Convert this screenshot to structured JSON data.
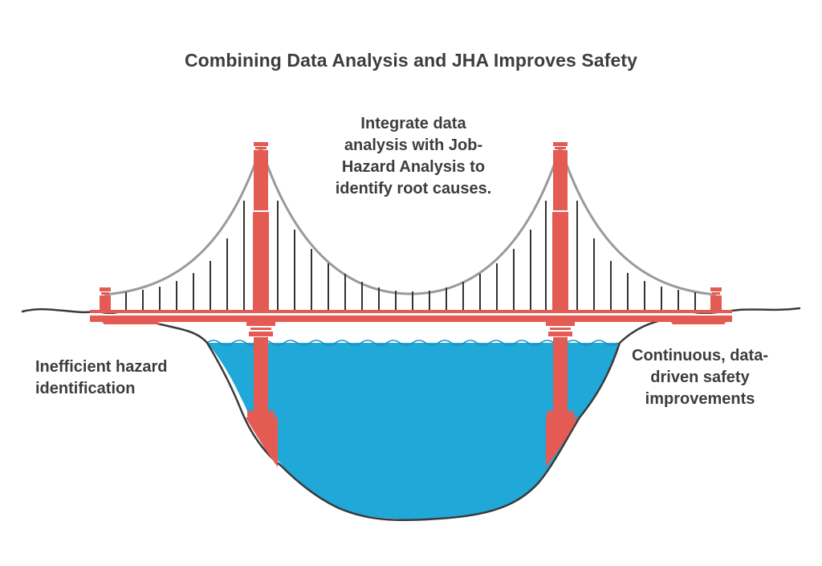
{
  "title": "Combining Data Analysis and JHA Improves Safety",
  "labels": {
    "top": "Integrate data\nanalysis with Job-\nHazard Analysis to\nidentify root causes.",
    "left": "Inefficient hazard\nidentification",
    "right": "Continuous, data-\ndriven safety\nimprovements"
  },
  "colors": {
    "tower": "#e45b53",
    "tower_dark": "#c9473f",
    "cable": "#999999",
    "water": "#1fa8d8",
    "ground_outline": "#3a3a3a",
    "text": "#3d3d3d"
  }
}
